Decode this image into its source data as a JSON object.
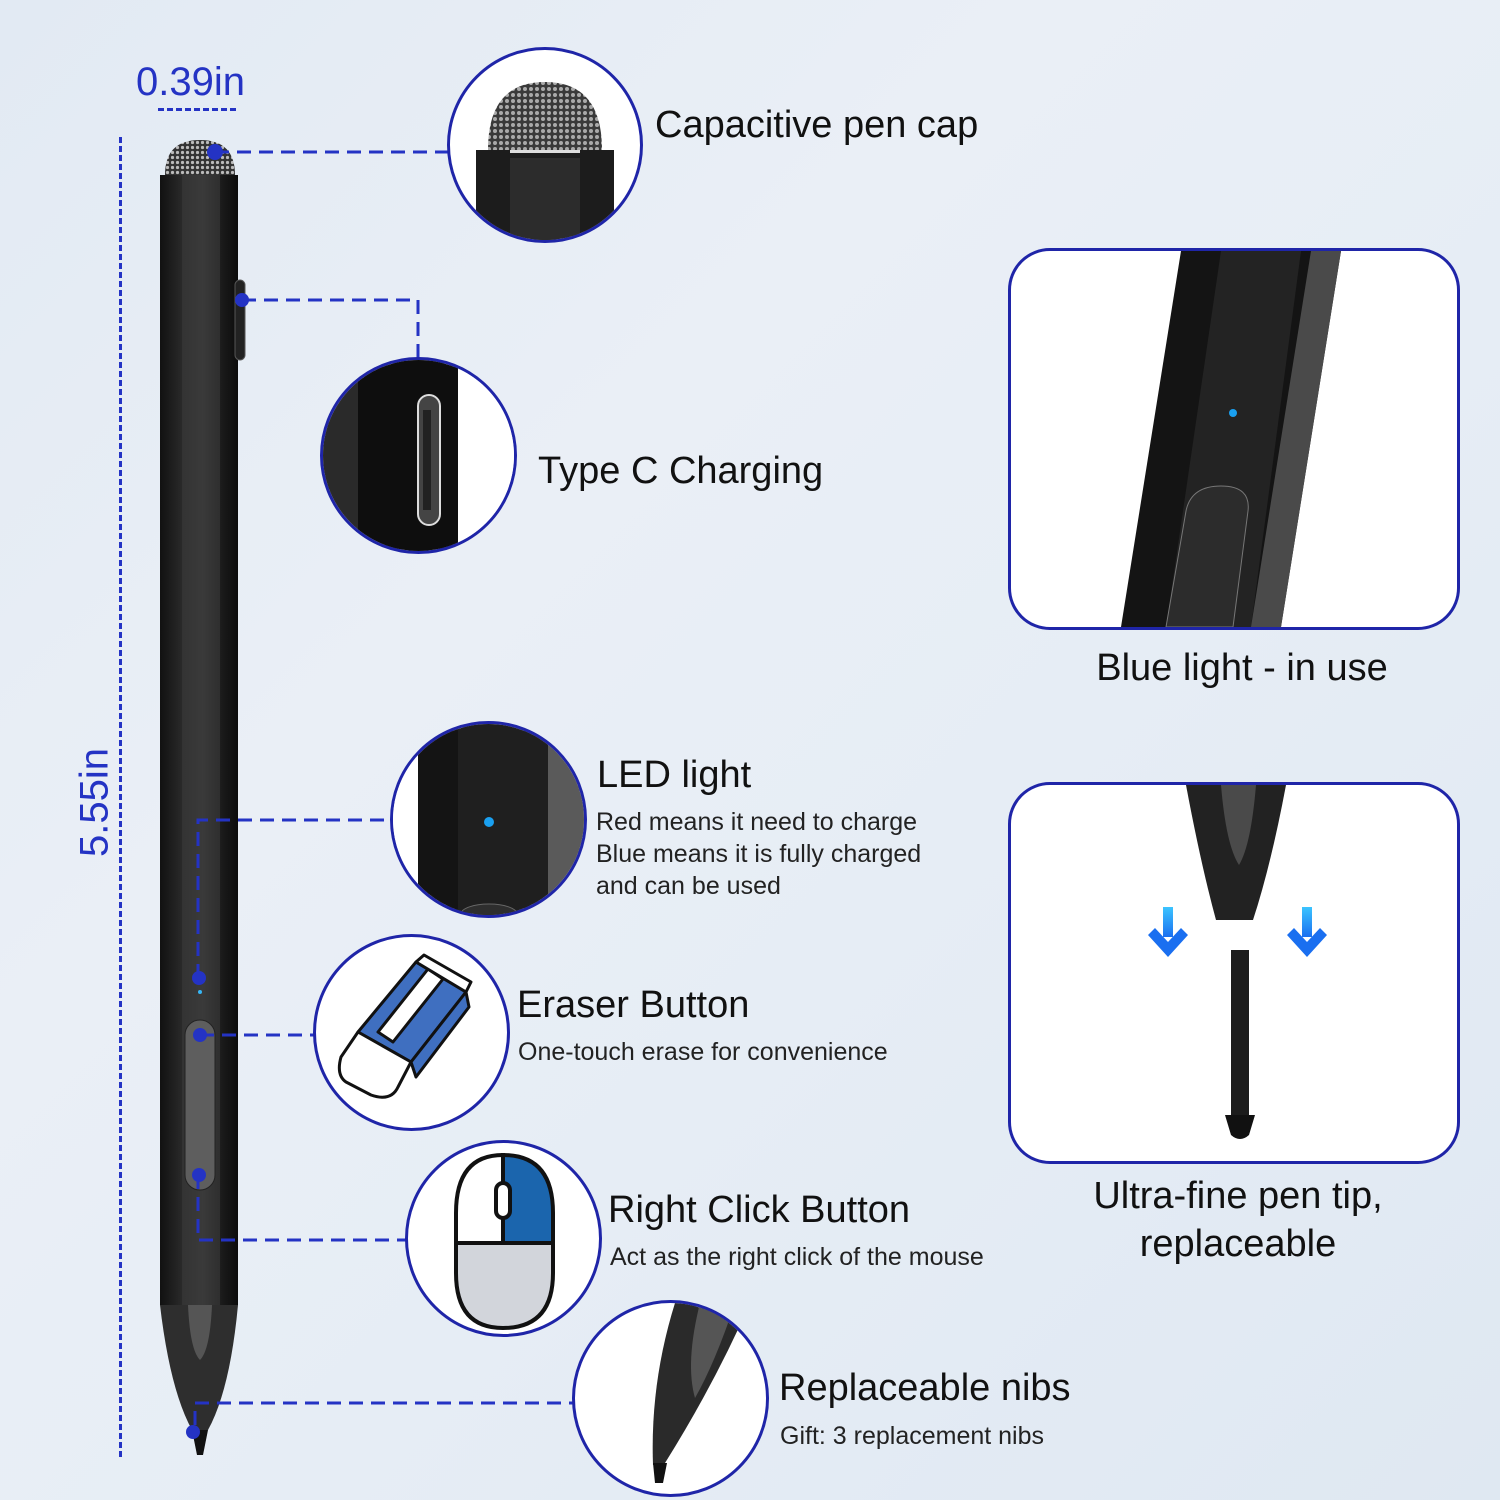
{
  "dimensions": {
    "width_label": "0.39in",
    "length_label": "5.55in"
  },
  "features": [
    {
      "id": "cap",
      "title": "Capacitive pen cap"
    },
    {
      "id": "charging",
      "title": "Type C Charging"
    },
    {
      "id": "led",
      "title": "LED light",
      "lines": [
        "Red means it need to charge",
        "Blue means it is fully charged",
        "and can be used"
      ]
    },
    {
      "id": "eraser",
      "title": "Eraser Button",
      "lines": [
        "One-touch erase for convenience"
      ]
    },
    {
      "id": "right_click",
      "title": "Right Click Button",
      "lines": [
        "Act as the right click of the mouse"
      ]
    },
    {
      "id": "nibs",
      "title": "Replaceable nibs",
      "lines": [
        "Gift: 3 replacement nibs"
      ]
    }
  ],
  "cards": [
    {
      "id": "blue_light",
      "caption": "Blue light - in use"
    },
    {
      "id": "pen_tip",
      "caption_lines": [
        "Ultra-fine pen tip,",
        "replaceable"
      ]
    }
  ],
  "colors": {
    "accent_blue": "#2433c4",
    "outline_blue": "#1f25a8",
    "led_blue": "#1aa0f0",
    "pen_black": "#1a1a1a"
  }
}
